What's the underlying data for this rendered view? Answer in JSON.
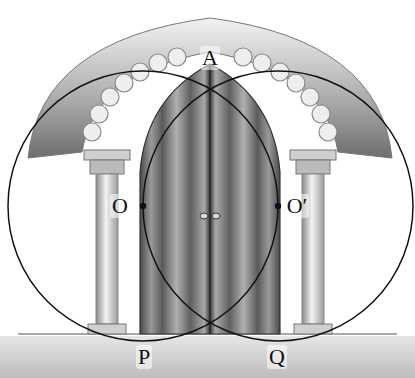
{
  "diagram": {
    "labels": [
      "A",
      "O",
      "O′",
      "P",
      "Q"
    ]
  }
}
